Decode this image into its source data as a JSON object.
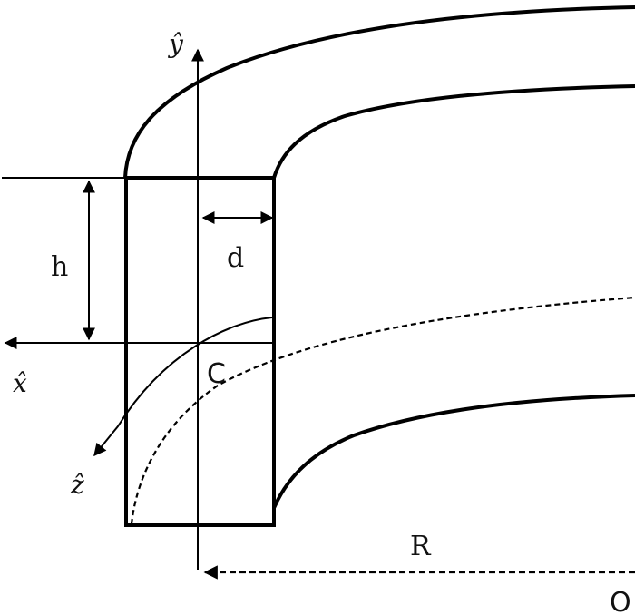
{
  "diagram": {
    "type": "cross-section of curved beam / torus segment",
    "labels": {
      "y_axis": "ŷ",
      "x_axis": "x̂",
      "z_axis": "ẑ",
      "height": "h",
      "width": "d",
      "centroid": "C",
      "radius": "R",
      "origin": "O"
    },
    "colors": {
      "stroke": "#000000",
      "background": "#ffffff"
    }
  }
}
